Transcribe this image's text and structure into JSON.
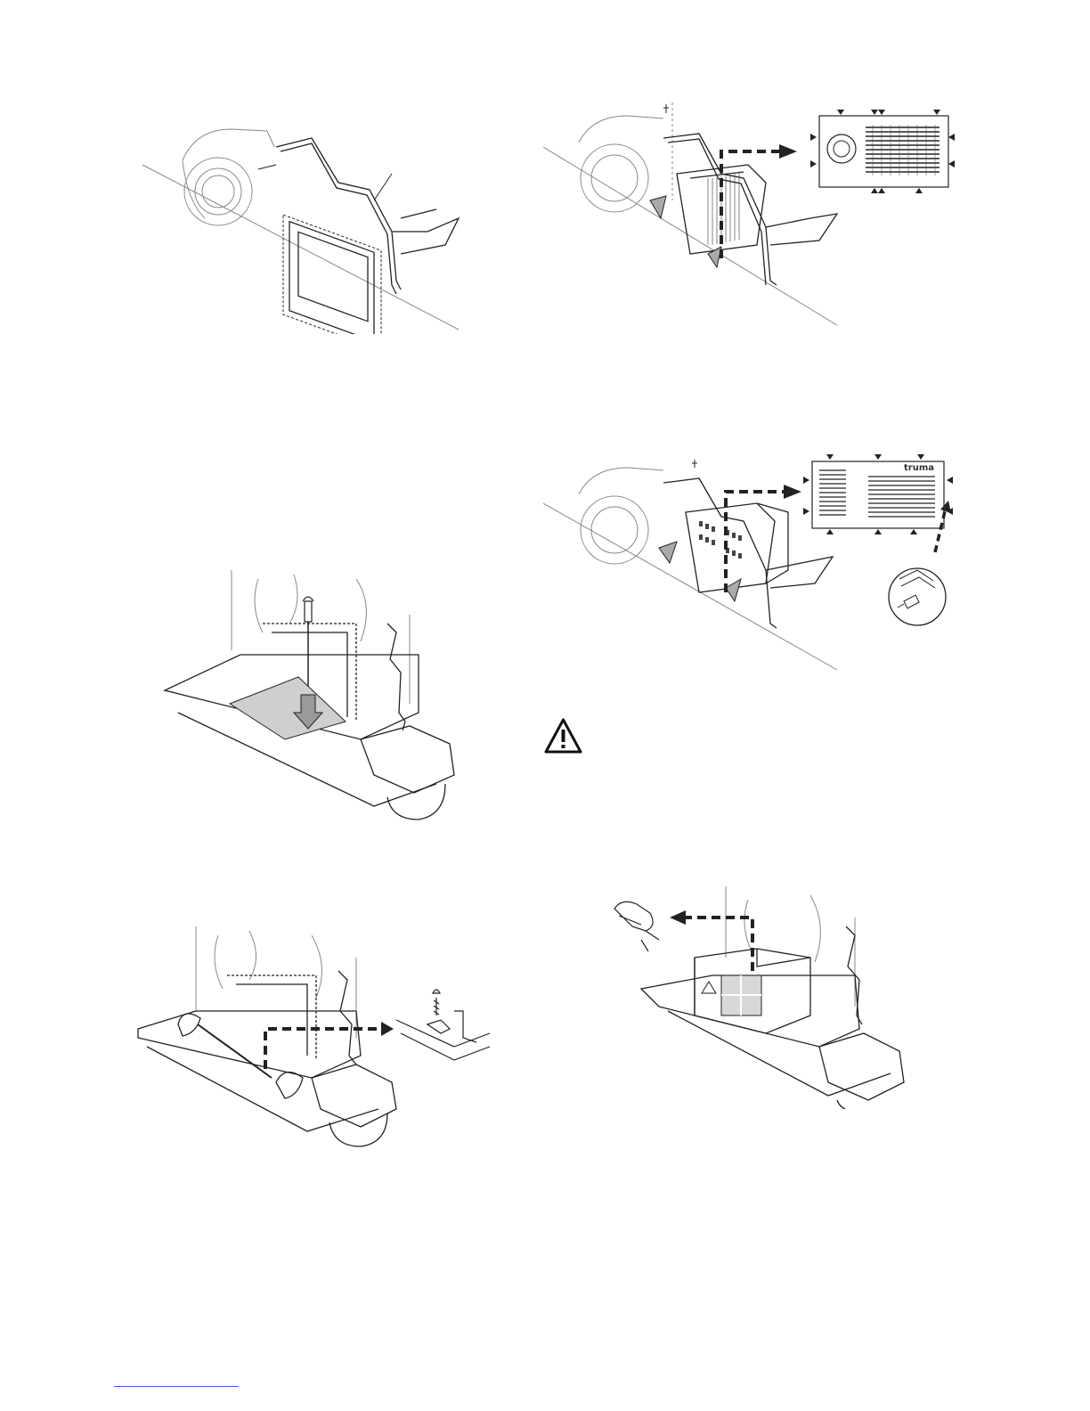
{
  "figures": [
    {
      "id": "fig-1",
      "name": "wall-cutout-vehicle"
    },
    {
      "id": "fig-2",
      "name": "mount-grille-housing"
    },
    {
      "id": "fig-3",
      "name": "drill-floor-template"
    },
    {
      "id": "fig-4",
      "name": "attach-grille-cover"
    },
    {
      "id": "fig-5",
      "name": "screw-fixing-brackets"
    },
    {
      "id": "fig-6",
      "name": "strap-fasten-unit"
    }
  ],
  "brand_mark": "truma",
  "icons": [
    "warning-icon"
  ],
  "colors": {
    "line": "#222222",
    "light": "#888888",
    "fill_grey": "#cccccc",
    "link": "#3a5fcd"
  }
}
